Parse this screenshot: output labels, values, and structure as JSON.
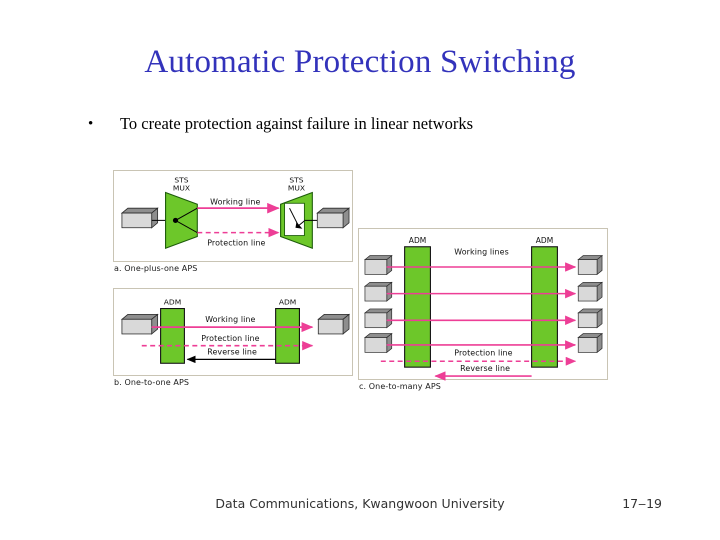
{
  "slide": {
    "title": "Automatic Protection Switching",
    "title_color": "#3333bb",
    "bullet_mark": "•",
    "bullet_text": "To create protection against failure in linear networks"
  },
  "colors": {
    "node_green": "#6DC72A",
    "line_pink": "#ED3E96",
    "line_black": "#000000",
    "box_gray": "#D4D4D4",
    "panel_border": "#c9c4b4"
  },
  "figures": [
    {
      "id": "a",
      "caption": "a. One-plus-one APS",
      "left_device": "STS\nMUX",
      "left_device_line1": "STS",
      "left_device_line2": "MUX",
      "right_device_line1": "STS",
      "right_device_line2": "MUX",
      "links": [
        {
          "name": "working-line",
          "label": "Working line",
          "style": "solid",
          "color": "#ED3E96",
          "direction": "right"
        },
        {
          "name": "protection-line",
          "label": "Protection line",
          "style": "dashed",
          "color": "#ED3E96",
          "direction": "right"
        }
      ]
    },
    {
      "id": "b",
      "caption": "b. One-to-one APS",
      "left_device_line1": "ADM",
      "right_device_line1": "ADM",
      "links": [
        {
          "name": "working-line",
          "label": "Working line",
          "style": "solid",
          "color": "#ED3E96",
          "direction": "right"
        },
        {
          "name": "protection-line",
          "label": "Protection line",
          "style": "dashed",
          "color": "#ED3E96",
          "direction": "right"
        },
        {
          "name": "reverse-line",
          "label": "Reverse line",
          "style": "solid",
          "color": "#000000",
          "direction": "left"
        }
      ]
    },
    {
      "id": "c",
      "caption": "c. One-to-many APS",
      "left_device_line1": "ADM",
      "right_device_line1": "ADM",
      "working_lines_count": 4,
      "links": [
        {
          "name": "working-lines",
          "label": "Working lines",
          "style": "solid",
          "color": "#ED3E96",
          "direction": "right"
        },
        {
          "name": "protection-line",
          "label": "Protection line",
          "style": "dashed",
          "color": "#ED3E96",
          "direction": "right"
        },
        {
          "name": "reverse-line",
          "label": "Reverse line",
          "style": "solid",
          "color": "#ED3E96",
          "direction": "left"
        }
      ]
    }
  ],
  "footer": {
    "text": "Data Communications, Kwangwoon University",
    "page": "17‒19"
  }
}
